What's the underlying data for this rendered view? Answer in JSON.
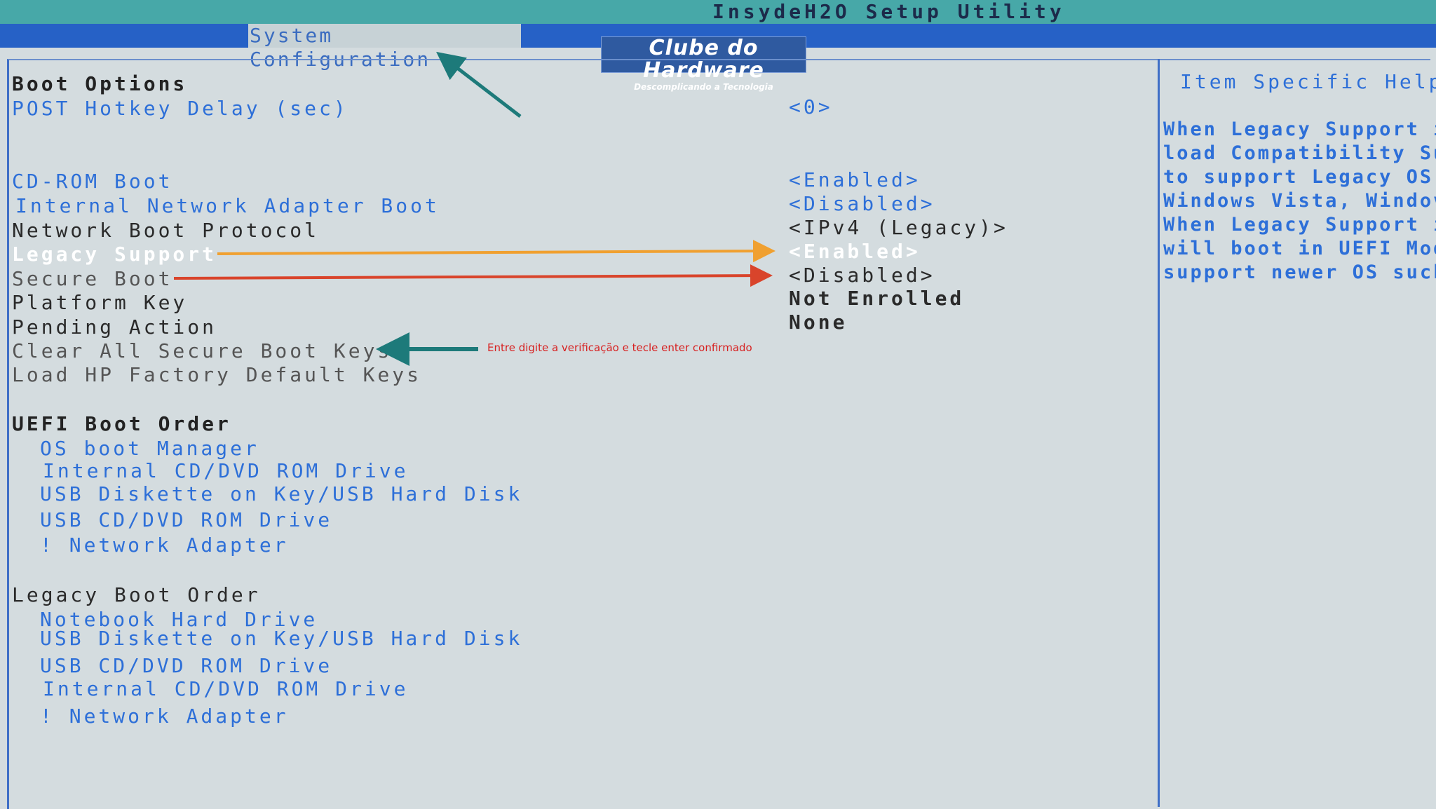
{
  "app_title": "InsydeH2O Setup Utility",
  "active_tab": "System Configuration",
  "watermark": {
    "main": "Clube do Hardware",
    "sub": "Descomplicando a Tecnologia"
  },
  "sections": {
    "boot_options": "Boot Options",
    "uefi_boot_order": "UEFI Boot Order",
    "legacy_boot_order": "Legacy Boot Order"
  },
  "settings": [
    {
      "label": "POST Hotkey Delay (sec)",
      "value": "<0>"
    },
    {
      "label": "CD-ROM Boot",
      "value": "<Enabled>"
    },
    {
      "label": "Internal Network Adapter Boot",
      "value": "<Disabled>"
    },
    {
      "label": "Network Boot Protocol",
      "value": "<IPv4 (Legacy)>"
    },
    {
      "label": "Legacy Support",
      "value": "<Enabled>"
    },
    {
      "label": "Secure Boot",
      "value": "<Disabled>"
    },
    {
      "label": "Platform Key",
      "value": "Not Enrolled"
    },
    {
      "label": "Pending Action",
      "value": "None"
    },
    {
      "label": "Clear All Secure Boot Keys",
      "value": ""
    },
    {
      "label": "Load HP Factory Default Keys",
      "value": ""
    }
  ],
  "uefi_boot_order": [
    "OS boot Manager",
    "Internal CD/DVD ROM Drive",
    "USB Diskette on Key/USB Hard Disk",
    "USB CD/DVD ROM Drive",
    "! Network Adapter"
  ],
  "legacy_boot_order": [
    "Notebook Hard Drive",
    "USB Diskette on Key/USB Hard Disk",
    "USB CD/DVD ROM Drive",
    "Internal CD/DVD ROM Drive",
    "! Network Adapter"
  ],
  "help": {
    "title": "Item Specific Help",
    "lines": [
      "When Legacy Support i",
      "load Compatibility Su",
      "to support Legacy OS",
      "Windows Vista, Windov",
      "When Legacy Support i",
      "will boot in UEFI Mod",
      "support newer OS such"
    ]
  },
  "annotation": "Entre digite a verificação e tecle enter confirmado",
  "colors": {
    "title_bar": "#47a8a8",
    "tab_bar": "#2661c6",
    "background": "#d4dcdf",
    "item_blue": "#2d6fd8",
    "arrow_teal": "#1d7a7a",
    "arrow_orange": "#f0a030",
    "arrow_red": "#d9442b",
    "annotation_red": "#d71f1f"
  }
}
